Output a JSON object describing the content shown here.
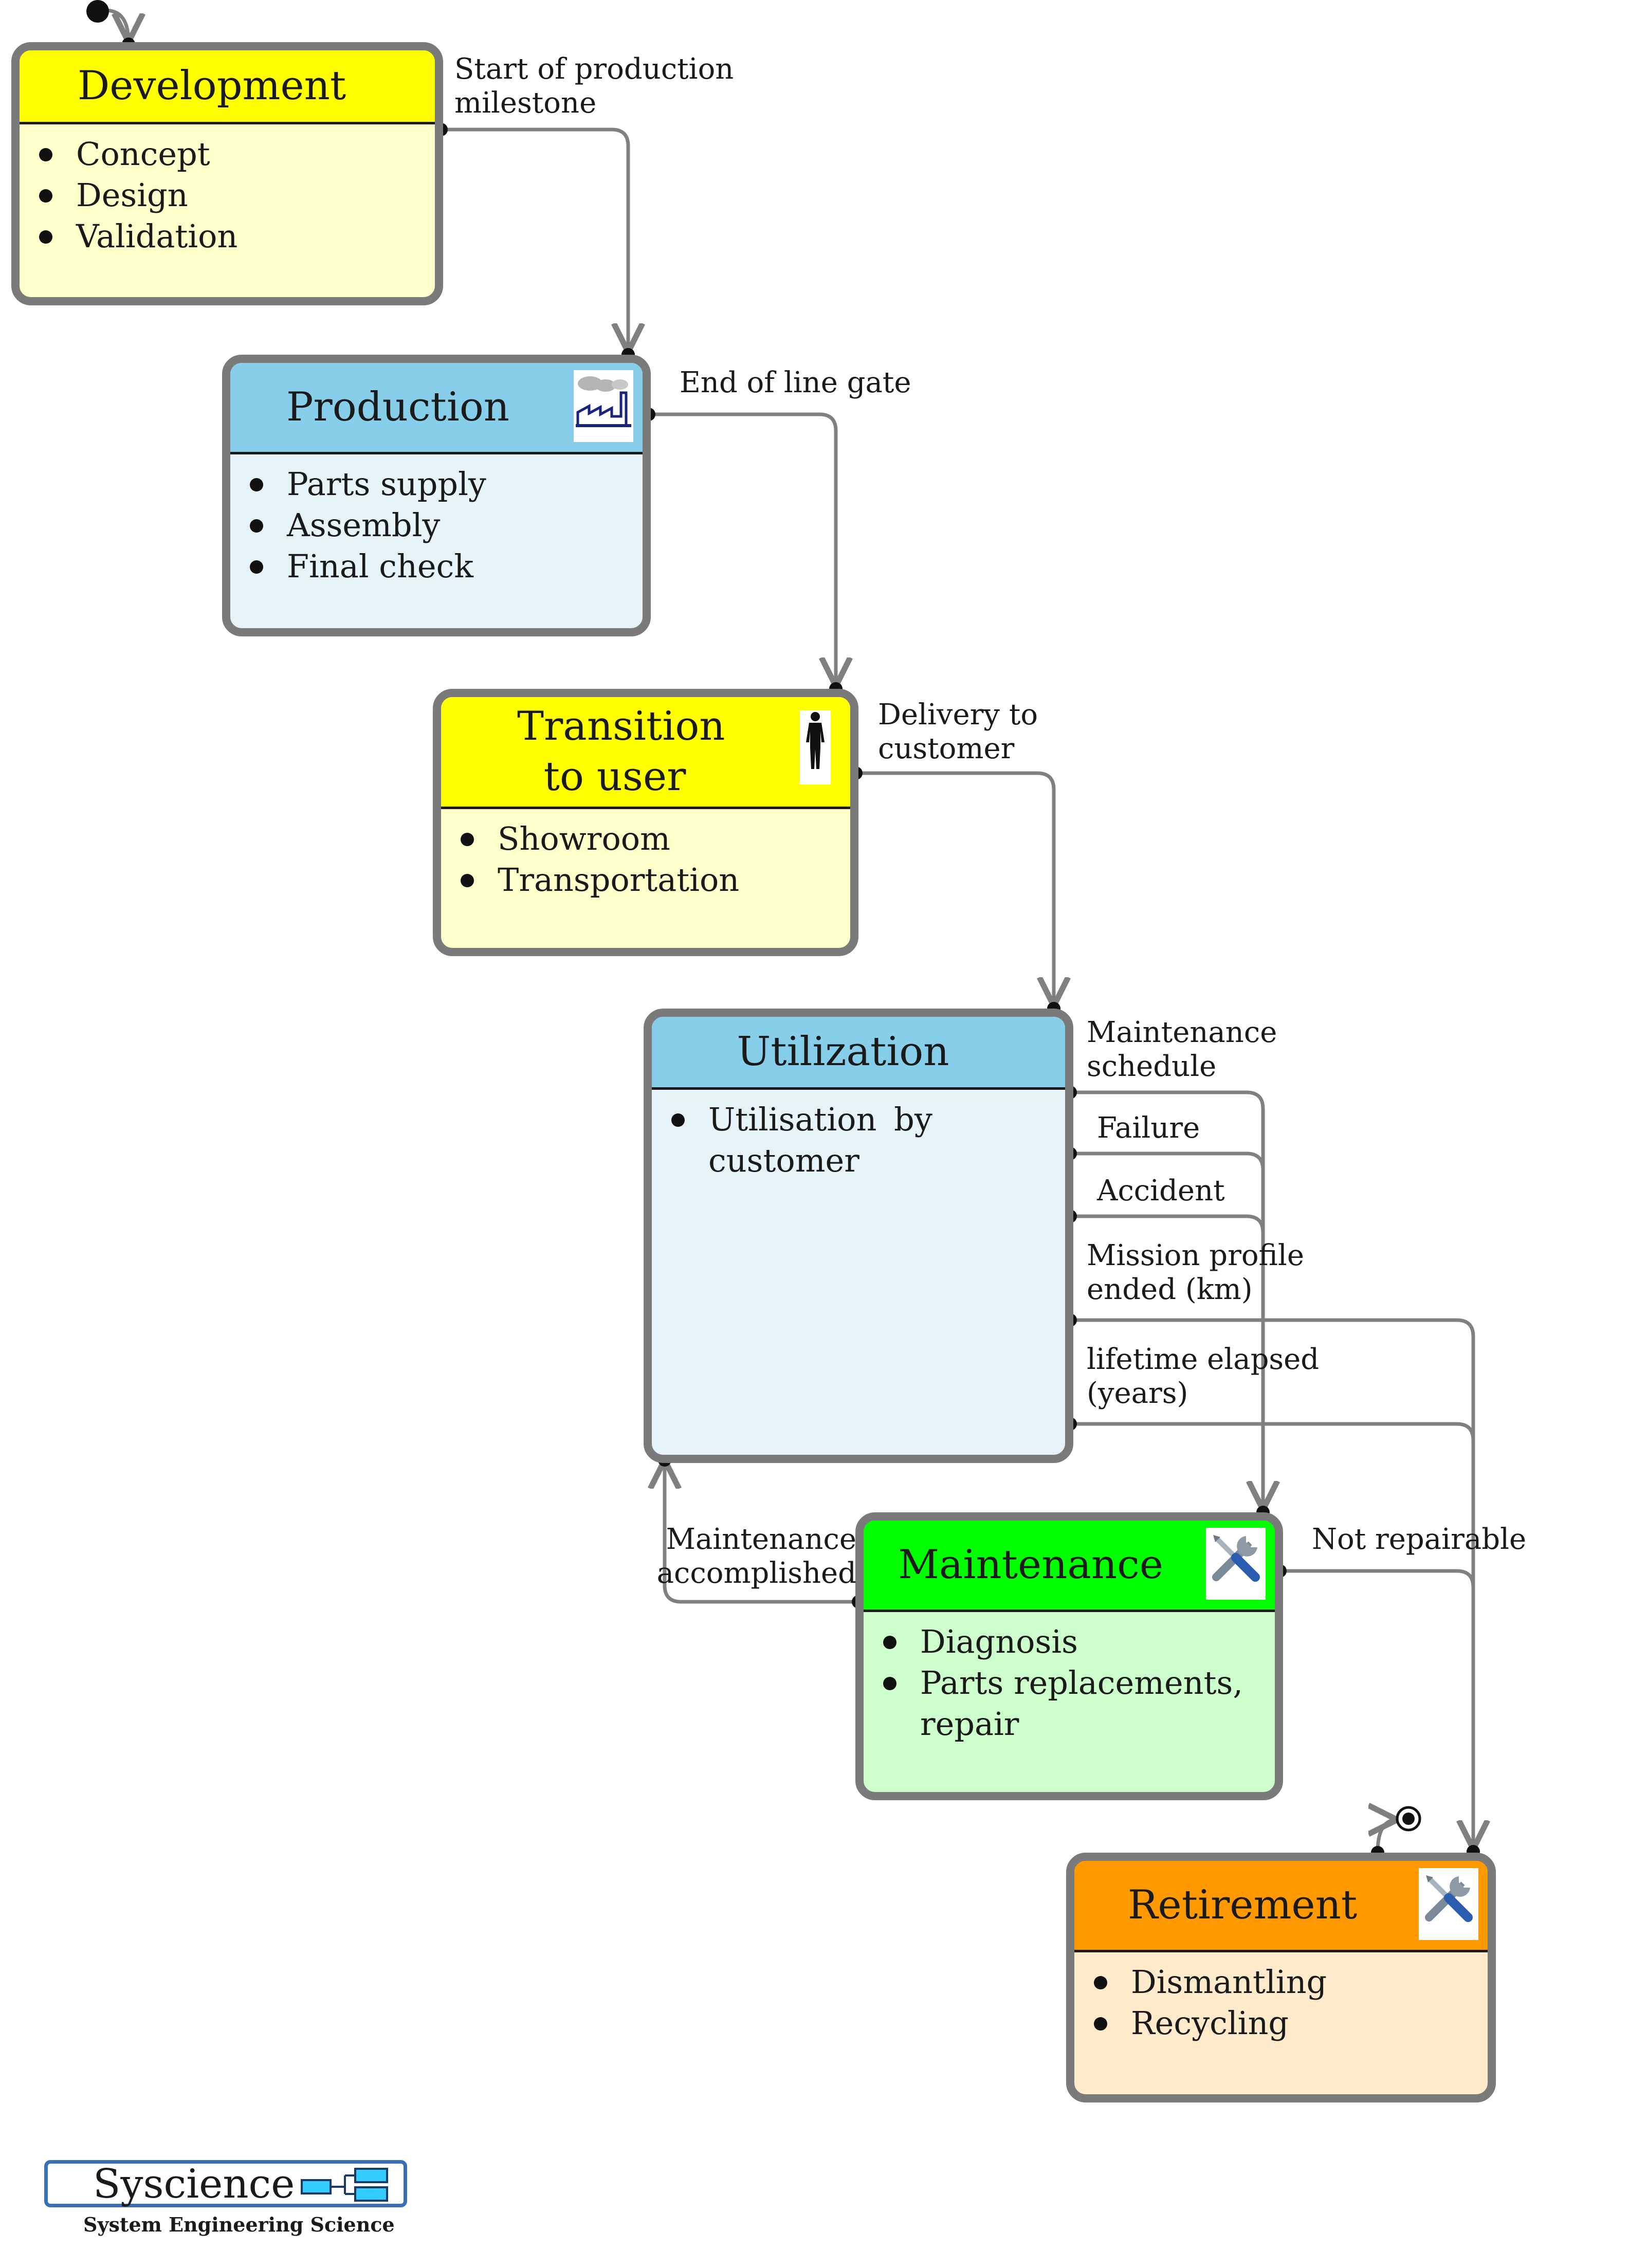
{
  "nodes": {
    "development": {
      "title": "Development",
      "items": [
        "Concept",
        "Design",
        "Validation"
      ],
      "icon": "",
      "header_color": "#ffff00",
      "body_color": "#ffffcc"
    },
    "production": {
      "title": "Production",
      "items": [
        "Parts supply",
        "Assembly",
        "Final check"
      ],
      "icon": "factory-icon",
      "header_color": "#87ceeb",
      "body_color": "#e6f4fa"
    },
    "transition": {
      "title": "Transition to user",
      "items": [
        "Showroom",
        "Transportation"
      ],
      "icon": "person-icon",
      "header_color": "#ffff00",
      "body_color": "#ffffcc"
    },
    "utilization": {
      "title": "Utilization",
      "items": [
        "Utilisation by customer"
      ],
      "icon": "",
      "header_color": "#87ceeb",
      "body_color": "#e6f4fa"
    },
    "maintenance": {
      "title": "Maintenance",
      "items": [
        "Diagnosis",
        "Parts replacements, repair"
      ],
      "icon": "tools-icon",
      "header_color": "#00ff00",
      "body_color": "#ccffcc"
    },
    "retirement": {
      "title": "Retirement",
      "items": [
        "Dismantling",
        "Recycling"
      ],
      "icon": "tools-icon",
      "header_color": "#ff9900",
      "body_color": "#ffebcc"
    }
  },
  "transitions": {
    "start_of_production": "Start of production milestone",
    "end_of_line": "End of line gate",
    "delivery": "Delivery to customer",
    "maintenance_schedule": "Maintenance schedule",
    "failure": "Failure",
    "accident": "Accident",
    "mission_profile": "Mission profile ended (km)",
    "lifetime": "lifetime elapsed (years)",
    "maintenance_accomplished": "Maintenance accomplished",
    "not_repairable": "Not repairable"
  },
  "logo": {
    "name": "Syscience",
    "subtitle": "System Engineering Science"
  },
  "colors": {
    "border": "#7a7a7a",
    "wire": "#808080",
    "logo_border": "#3b6fb5",
    "logo_block": "#33ccff"
  }
}
